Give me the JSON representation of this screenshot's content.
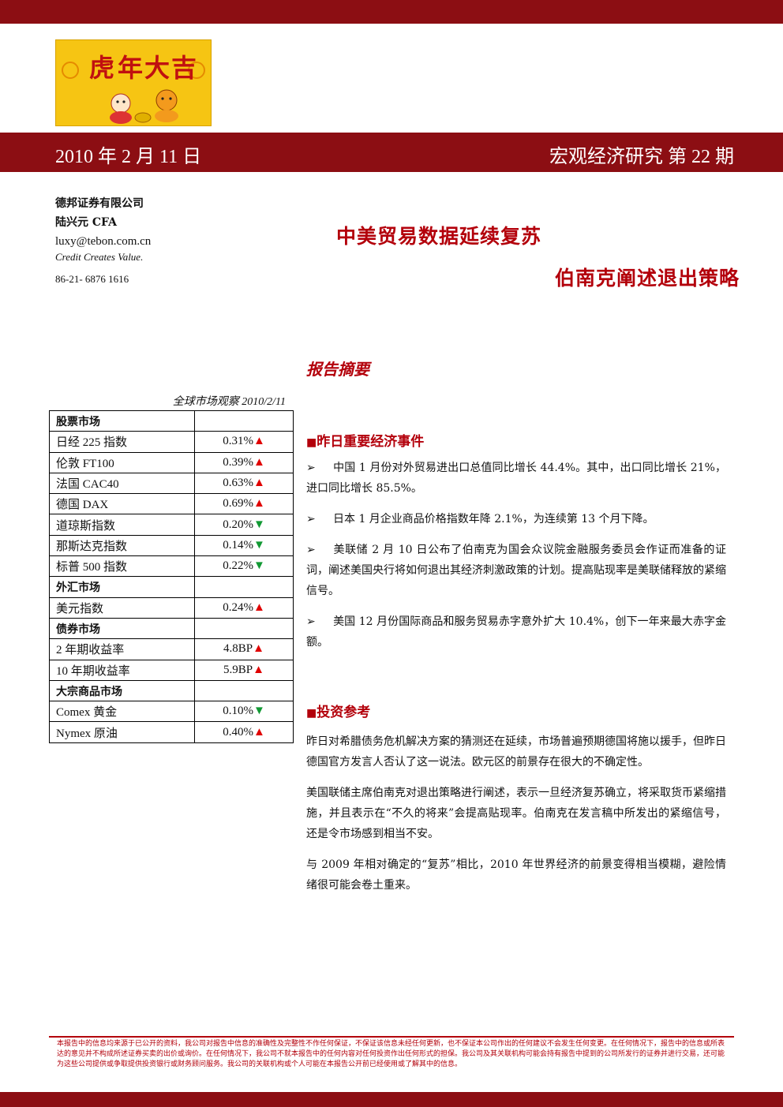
{
  "logo": {
    "text": "虎年大吉"
  },
  "banner": {
    "date": "2010 年 2 月 11 日",
    "series": "宏观经济研究 第 22 期"
  },
  "contact": {
    "company": "德邦证券有限公司",
    "analyst": "陆兴元 CFA",
    "email": "luxy@tebon.com.cn",
    "slogan": "Credit Creates Value.",
    "phone": "86-21- 6876 1616"
  },
  "headline": {
    "line1": "中美贸易数据延续复苏",
    "line2": "伯南克阐述退出策略"
  },
  "summary_title": "报告摘要",
  "market_table": {
    "caption": "全球市场观察 2010/2/11",
    "rows": [
      {
        "name": "股票市场",
        "value": "",
        "arrow": ""
      },
      {
        "name": "日经 225 指数",
        "value": "0.31%",
        "arrow": "▲"
      },
      {
        "name": "伦敦 FT100",
        "value": "0.39%",
        "arrow": "▲"
      },
      {
        "name": "法国 CAC40",
        "value": "0.63%",
        "arrow": "▲"
      },
      {
        "name": "德国 DAX",
        "value": "0.69%",
        "arrow": "▲"
      },
      {
        "name": "道琼斯指数",
        "value": "0.20%",
        "arrow": "▼"
      },
      {
        "name": "那斯达克指数",
        "value": "0.14%",
        "arrow": "▼"
      },
      {
        "name": "标普 500 指数",
        "value": "0.22%",
        "arrow": "▼"
      },
      {
        "name": "外汇市场",
        "value": "",
        "arrow": ""
      },
      {
        "name": "美元指数",
        "value": "0.24%",
        "arrow": "▲"
      },
      {
        "name": "债券市场",
        "value": "",
        "arrow": ""
      },
      {
        "name": "2 年期收益率",
        "value": "4.8BP",
        "arrow": "▲"
      },
      {
        "name": "10 年期收益率",
        "value": "5.9BP",
        "arrow": "▲"
      },
      {
        "name": "大宗商品市场",
        "value": "",
        "arrow": ""
      },
      {
        "name": "Comex 黄金",
        "value": "0.10%",
        "arrow": "▼"
      },
      {
        "name": "Nymex 原油",
        "value": "0.40%",
        "arrow": "▲"
      }
    ]
  },
  "events": {
    "title": "昨日重要经济事件",
    "bullet_symbol": "➢",
    "items": [
      "中国 1 月份对外贸易进出口总值同比增长 44.4%。其中，出口同比增长 21%，进口同比增长 85.5%。",
      "日本 1 月企业商品价格指数年降 2.1%，为连续第 13 个月下降。",
      "美联储 2 月 10 日公布了伯南克为国会众议院金融服务委员会作证而准备的证词，阐述美国央行将如何退出其经济刺激政策的计划。提高贴现率是美联储释放的紧缩信号。",
      "美国 12 月份国际商品和服务贸易赤字意外扩大 10.4%，创下一年来最大赤字金额。"
    ]
  },
  "investment": {
    "title": "投资参考",
    "paragraphs": [
      "昨日对希腊债务危机解决方案的猜测还在延续，市场普遍预期德国将施以援手，但昨日德国官方发言人否认了这一说法。欧元区的前景存在很大的不确定性。",
      "美国联储主席伯南克对退出策略进行阐述，表示一旦经济复苏确立，将采取货币紧缩措施，并且表示在“不久的将来”会提高贴现率。伯南克在发言稿中所发出的紧缩信号，还是令市场感到相当不安。",
      "与 2009 年相对确定的“复苏”相比，2010 年世界经济的前景变得相当模糊，避险情绪很可能会卷土重来。"
    ]
  },
  "disclaimer": "本报告中的信息均来源于已公开的资料，我公司对报告中信息的准确性及完整性不作任何保证，不保证该信息未经任何更新，也不保证本公司作出的任何建议不会发生任何变更。在任何情况下，报告中的信息或所表达的意见并不构成所述证券买卖的出价或询价。在任何情况下，我公司不就本报告中的任何内容对任何投资作出任何形式的担保。我公司及其关联机构可能会持有报告中提到的公司所发行的证券并进行交易，还可能为这些公司提供或争取提供投资银行或财务顾问服务。我公司的关联机构或个人可能在本报告公开前已经使用或了解其中的信息。",
  "colors": {
    "brand_red": "#8c0e13",
    "headline_red": "#b3000b",
    "up": "#e00000",
    "down": "#119933",
    "logo_bg": "#f6c513"
  }
}
